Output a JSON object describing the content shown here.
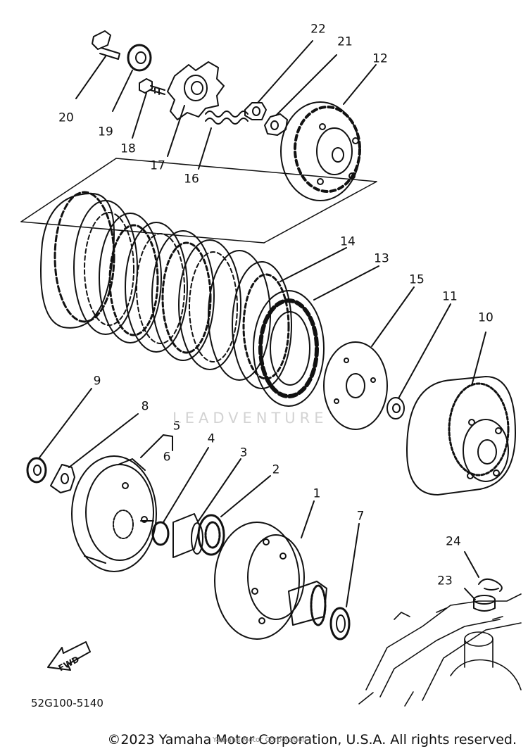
{
  "diagram": {
    "part_labels": [
      {
        "id": "1",
        "text": "1"
      },
      {
        "id": "2",
        "text": "2"
      },
      {
        "id": "3",
        "text": "3"
      },
      {
        "id": "4",
        "text": "4"
      },
      {
        "id": "5",
        "text": "5"
      },
      {
        "id": "6",
        "text": "6"
      },
      {
        "id": "7",
        "text": "7"
      },
      {
        "id": "8",
        "text": "8"
      },
      {
        "id": "9",
        "text": "9"
      },
      {
        "id": "10",
        "text": "10"
      },
      {
        "id": "11",
        "text": "11"
      },
      {
        "id": "12",
        "text": "12"
      },
      {
        "id": "13",
        "text": "13"
      },
      {
        "id": "14",
        "text": "14"
      },
      {
        "id": "15",
        "text": "15"
      },
      {
        "id": "16",
        "text": "16"
      },
      {
        "id": "17",
        "text": "17"
      },
      {
        "id": "18",
        "text": "18"
      },
      {
        "id": "19",
        "text": "19"
      },
      {
        "id": "20",
        "text": "20"
      },
      {
        "id": "21",
        "text": "21"
      },
      {
        "id": "22",
        "text": "22"
      },
      {
        "id": "23",
        "text": "23"
      },
      {
        "id": "24",
        "text": "24"
      }
    ],
    "diagram_code": "52G100-5140",
    "direction_marker": "FWD",
    "watermark": "LEADVENTURE",
    "copyright": "©2023 Yamaha Motor Corporation, U.S.A. All rights reserved.",
    "overlay_text": "Yamaha Motor Corporation"
  }
}
